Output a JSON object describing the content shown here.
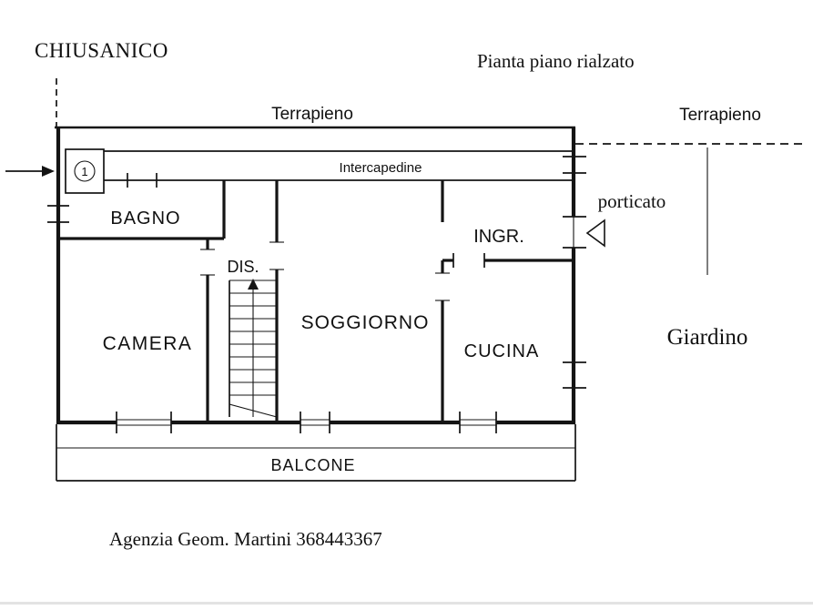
{
  "page": {
    "title": "CHIUSANICO",
    "plan_caption": "Pianta piano rialzato",
    "footer": "Agenzia Geom. Martini  368443367"
  },
  "areas": {
    "terrapieno_top": "Terrapieno",
    "terrapieno_right": "Terrapieno",
    "intercapedine": "Intercapedine",
    "porticato": "porticato",
    "giardino": "Giardino",
    "balcone": "BALCONE"
  },
  "rooms": {
    "bagno": "BAGNO",
    "disimpegno": "DIS.",
    "camera": "CAMERA",
    "soggiorno": "SOGGIORNO",
    "ingresso": "INGR.",
    "cucina": "CUCINA"
  },
  "markers": {
    "entrance_number": "1"
  }
}
